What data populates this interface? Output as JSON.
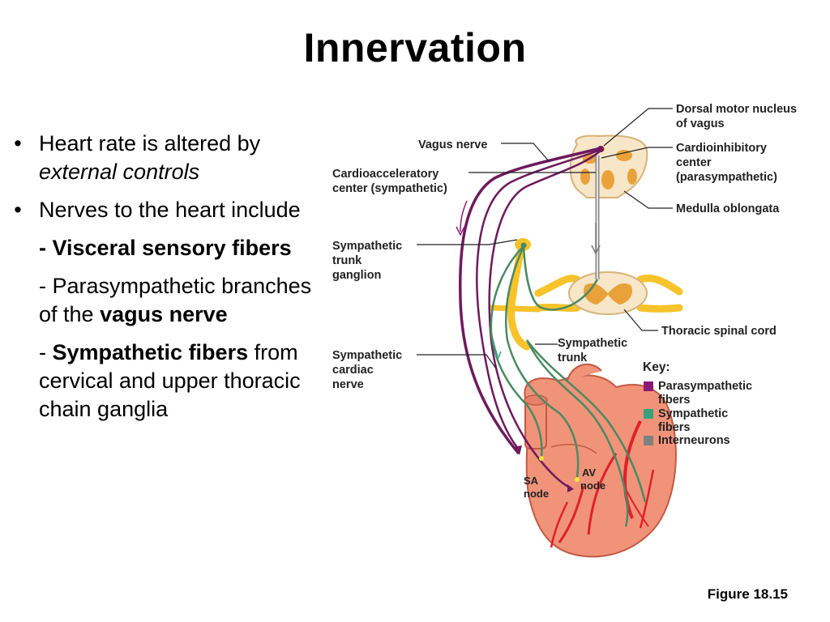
{
  "slide": {
    "title": "Innervation",
    "caption": "Figure 18.15"
  },
  "bullets": {
    "b1_text": "Heart rate is altered by",
    "b1_italic": "external controls",
    "b2_text": "Nerves to the heart include",
    "sub1_bold": "- Visceral sensory fibers",
    "sub2_text": "- Parasympathetic branches of the",
    "sub2_bold": "vagus nerve",
    "sub3_prefix": "-",
    "sub3_bold": "Sympathetic fibers",
    "sub3_text": "from cervical and upper thoracic chain ganglia"
  },
  "diagram": {
    "labels": {
      "vagus_nerve": "Vagus nerve",
      "cardioacc_1": "Cardioacceleratory",
      "cardioacc_2": "center (sympathetic)",
      "dorsal_1": "Dorsal motor nucleus",
      "dorsal_2": "of vagus",
      "cardioinh_1": "Cardioinhibitory",
      "cardioinh_2": "center",
      "cardioinh_3": "(parasympathetic)",
      "medulla": "Medulla oblongata",
      "stg_1": "Sympathetic",
      "stg_2": "trunk",
      "stg_3": "ganglion",
      "thoracic": "Thoracic spinal cord",
      "st_1": "Sympathetic",
      "st_2": "trunk",
      "scn_1": "Sympathetic",
      "scn_2": "cardiac",
      "scn_3": "nerve",
      "sa_1": "SA",
      "sa_2": "node",
      "av_1": "AV",
      "av_2": "node"
    },
    "key": {
      "title": "Key:",
      "items": [
        {
          "label_1": "Parasympathetic",
          "label_2": "fibers",
          "color": "#8e1a78"
        },
        {
          "label_1": "Sympathetic",
          "label_2": "fibers",
          "color": "#3aa07a"
        },
        {
          "label_1": "Interneurons",
          "label_2": "",
          "color": "#808080"
        }
      ]
    },
    "colors": {
      "parasympathetic": "#6e1a5e",
      "sympathetic": "#4a8a62",
      "interneuron": "#8a8a8a",
      "heart": "#f19379",
      "vessel": "#e0202a",
      "spinal_tissue": "#f7e6c8",
      "gray_matter": "#e9a23a",
      "nerve_yellow": "#f7c32a"
    }
  }
}
